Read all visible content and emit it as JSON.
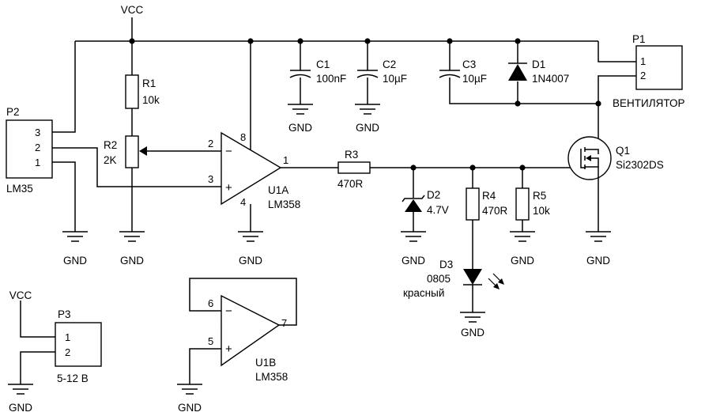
{
  "net": {
    "vcc": "VCC",
    "gnd": "GND"
  },
  "p1": {
    "ref": "P1",
    "pins": [
      "1",
      "2"
    ],
    "label": "ВЕНТИЛЯТОР"
  },
  "p2": {
    "ref": "P2",
    "pins": [
      "3",
      "2",
      "1"
    ],
    "label": "LM35"
  },
  "p3": {
    "ref": "P3",
    "pins": [
      "1",
      "2"
    ],
    "label": "5-12 В"
  },
  "r1": {
    "ref": "R1",
    "value": "10k"
  },
  "r2": {
    "ref": "R2",
    "value": "2K"
  },
  "r3": {
    "ref": "R3",
    "value": "470R"
  },
  "r4": {
    "ref": "R4",
    "value": "470R"
  },
  "r5": {
    "ref": "R5",
    "value": "10k"
  },
  "c1": {
    "ref": "C1",
    "value": "100nF"
  },
  "c2": {
    "ref": "C2",
    "value": "10µF"
  },
  "c3": {
    "ref": "C3",
    "value": "10µF"
  },
  "d1": {
    "ref": "D1",
    "value": "1N4007"
  },
  "d2": {
    "ref": "D2",
    "value": "4.7V"
  },
  "d3": {
    "ref": "D3",
    "package": "0805",
    "color": "красный"
  },
  "q1": {
    "ref": "Q1",
    "value": "Si2302DS"
  },
  "u1a": {
    "ref": "U1A",
    "value": "LM358",
    "pins": {
      "inv": "2",
      "noninv": "3",
      "out": "1",
      "vcc": "8",
      "gnd": "4"
    },
    "signs": {
      "minus": "−",
      "plus": "+"
    }
  },
  "u1b": {
    "ref": "U1B",
    "value": "LM358",
    "pins": {
      "inv": "6",
      "noninv": "5",
      "out": "7"
    },
    "signs": {
      "minus": "−",
      "plus": "+"
    }
  }
}
